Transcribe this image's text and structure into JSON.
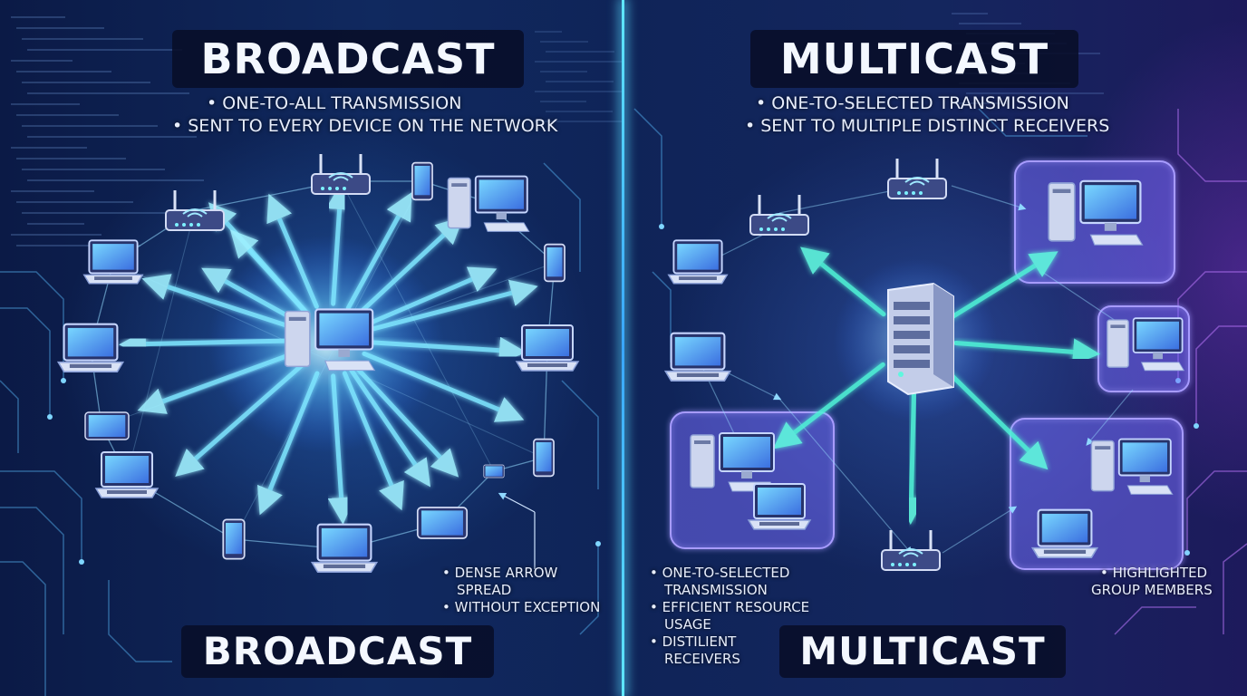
{
  "broadcast": {
    "title": "BROADCAST",
    "bullets": [
      "ONE-TO-ALL TRANSMISSION",
      "SENT TO EVERY DEVICE ON THE NETWORK"
    ],
    "notes": [
      {
        "first": "DENSE ARROW",
        "cont": "SPREAD"
      },
      {
        "first": "WITHOUT EXCEPTION",
        "cont": ""
      }
    ],
    "bottom_title": "BROADCAST"
  },
  "multicast": {
    "title": "MULTICAST",
    "bullets": [
      "ONE-TO-SELECTED TRANSMISSION",
      "SENT TO MULTIPLE DISTINCT RECEIVERS"
    ],
    "notes_left": [
      {
        "first": "ONE-TO-SELECTED",
        "cont": "TRANSMISSION"
      },
      {
        "first": "EFFICIENT RESOURCE",
        "cont": "USAGE"
      },
      {
        "first": "DISTILIENT",
        "cont": "RECEIVERS"
      }
    ],
    "notes_right": [
      {
        "first": "HIGHLIGHTED",
        "cont": "GROUP MEMBERS"
      }
    ],
    "bottom_title": "MULTICAST"
  },
  "colors": {
    "arrow": "#7fe6ff",
    "multicast_arrow": "#4ff2d6",
    "device_screen": "#4fb4ff",
    "group_highlight": "#8a7dff",
    "divider": "#5fe8ff"
  }
}
